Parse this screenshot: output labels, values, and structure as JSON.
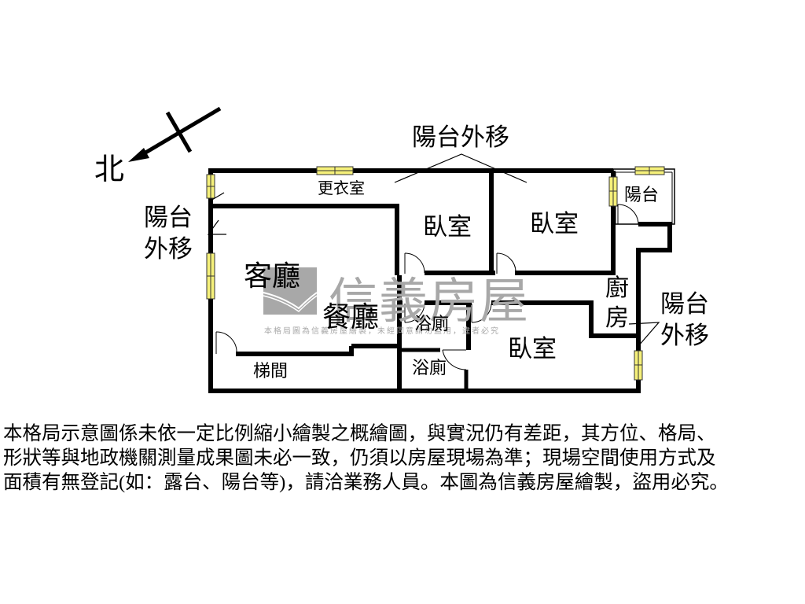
{
  "compass": {
    "label": "北",
    "icon": "north-arrow-icon"
  },
  "watermark": {
    "brand": "信義房屋",
    "notice": "本格局圖為信義房屋繪製，未經同意請勿盜用，違者必究",
    "logo_color": "#a8a8a8"
  },
  "annotations": {
    "balcony_moved_top": "陽台外移",
    "balcony_moved_left_1": "陽台",
    "balcony_moved_left_2": "外移",
    "balcony_moved_right_1": "陽台",
    "balcony_moved_right_2": "外移"
  },
  "rooms": {
    "dressing_room": "更衣室",
    "bedroom_1": "臥室",
    "bedroom_2": "臥室",
    "bedroom_3": "臥室",
    "balcony": "陽台",
    "living_room": "客廳",
    "dining_room": "餐廳",
    "bathroom_1": "浴廁",
    "bathroom_2": "浴廁",
    "kitchen_1": "廚",
    "kitchen_2": "房",
    "stairwell": "梯間"
  },
  "colors": {
    "wall": "#000000",
    "window_fill": "#f5f07a",
    "window_stroke": "#333333",
    "watermark": "#a8a8a8"
  },
  "disclaimer": {
    "line1": "本格局示意圖係未依一定比例縮小繪製之概繪圖，與實況仍有差距，其方位、格局、",
    "line2": "形狀等與地政機關測量成果圖未必一致，仍須以房屋現場為準；現場空間使用方式及",
    "line3": "面積有無登記(如：露台、陽台等)，請洽業務人員。本圖為信義房屋繪製，盜用必究。"
  }
}
